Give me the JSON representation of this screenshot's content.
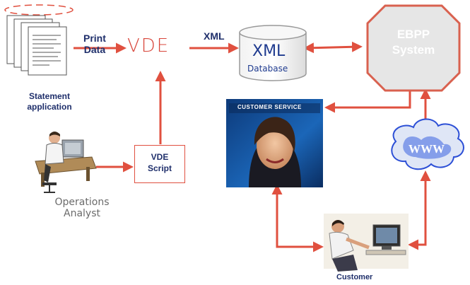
{
  "colors": {
    "arrow": "#e0503f",
    "navy_text": "#1f2f6b",
    "octagon_fill": "#e8e8e8",
    "octagon_stroke": "#d9614f",
    "globe_blue": "#2c4fd6",
    "cloud_fill": "#dfe6f6"
  },
  "labels": {
    "statement_app": [
      "Statement",
      "application"
    ],
    "print_data": [
      "Print",
      "Data"
    ],
    "vde_logo": "VDE",
    "xml_label": "XML",
    "db_title": "XML",
    "db_subtitle": "Database",
    "ebpp": [
      "EBPP",
      "System"
    ],
    "customer_service_banner": "CUSTOMER SERVICE",
    "vde_script": [
      "VDE",
      "Script"
    ],
    "operations_analyst": [
      "Operations",
      "Analyst"
    ],
    "www": "WWW",
    "customer": "Customer"
  },
  "icons": {
    "statement_docs": "stacked-documents-icon",
    "database": "cylinder-database-icon",
    "ebpp": "octagon-system-icon",
    "customer_service_photo": "customer-service-agent-photo",
    "operations_analyst": "person-at-desk-icon",
    "www": "globe-cloud-icon",
    "customer": "customer-at-computer-icon"
  }
}
